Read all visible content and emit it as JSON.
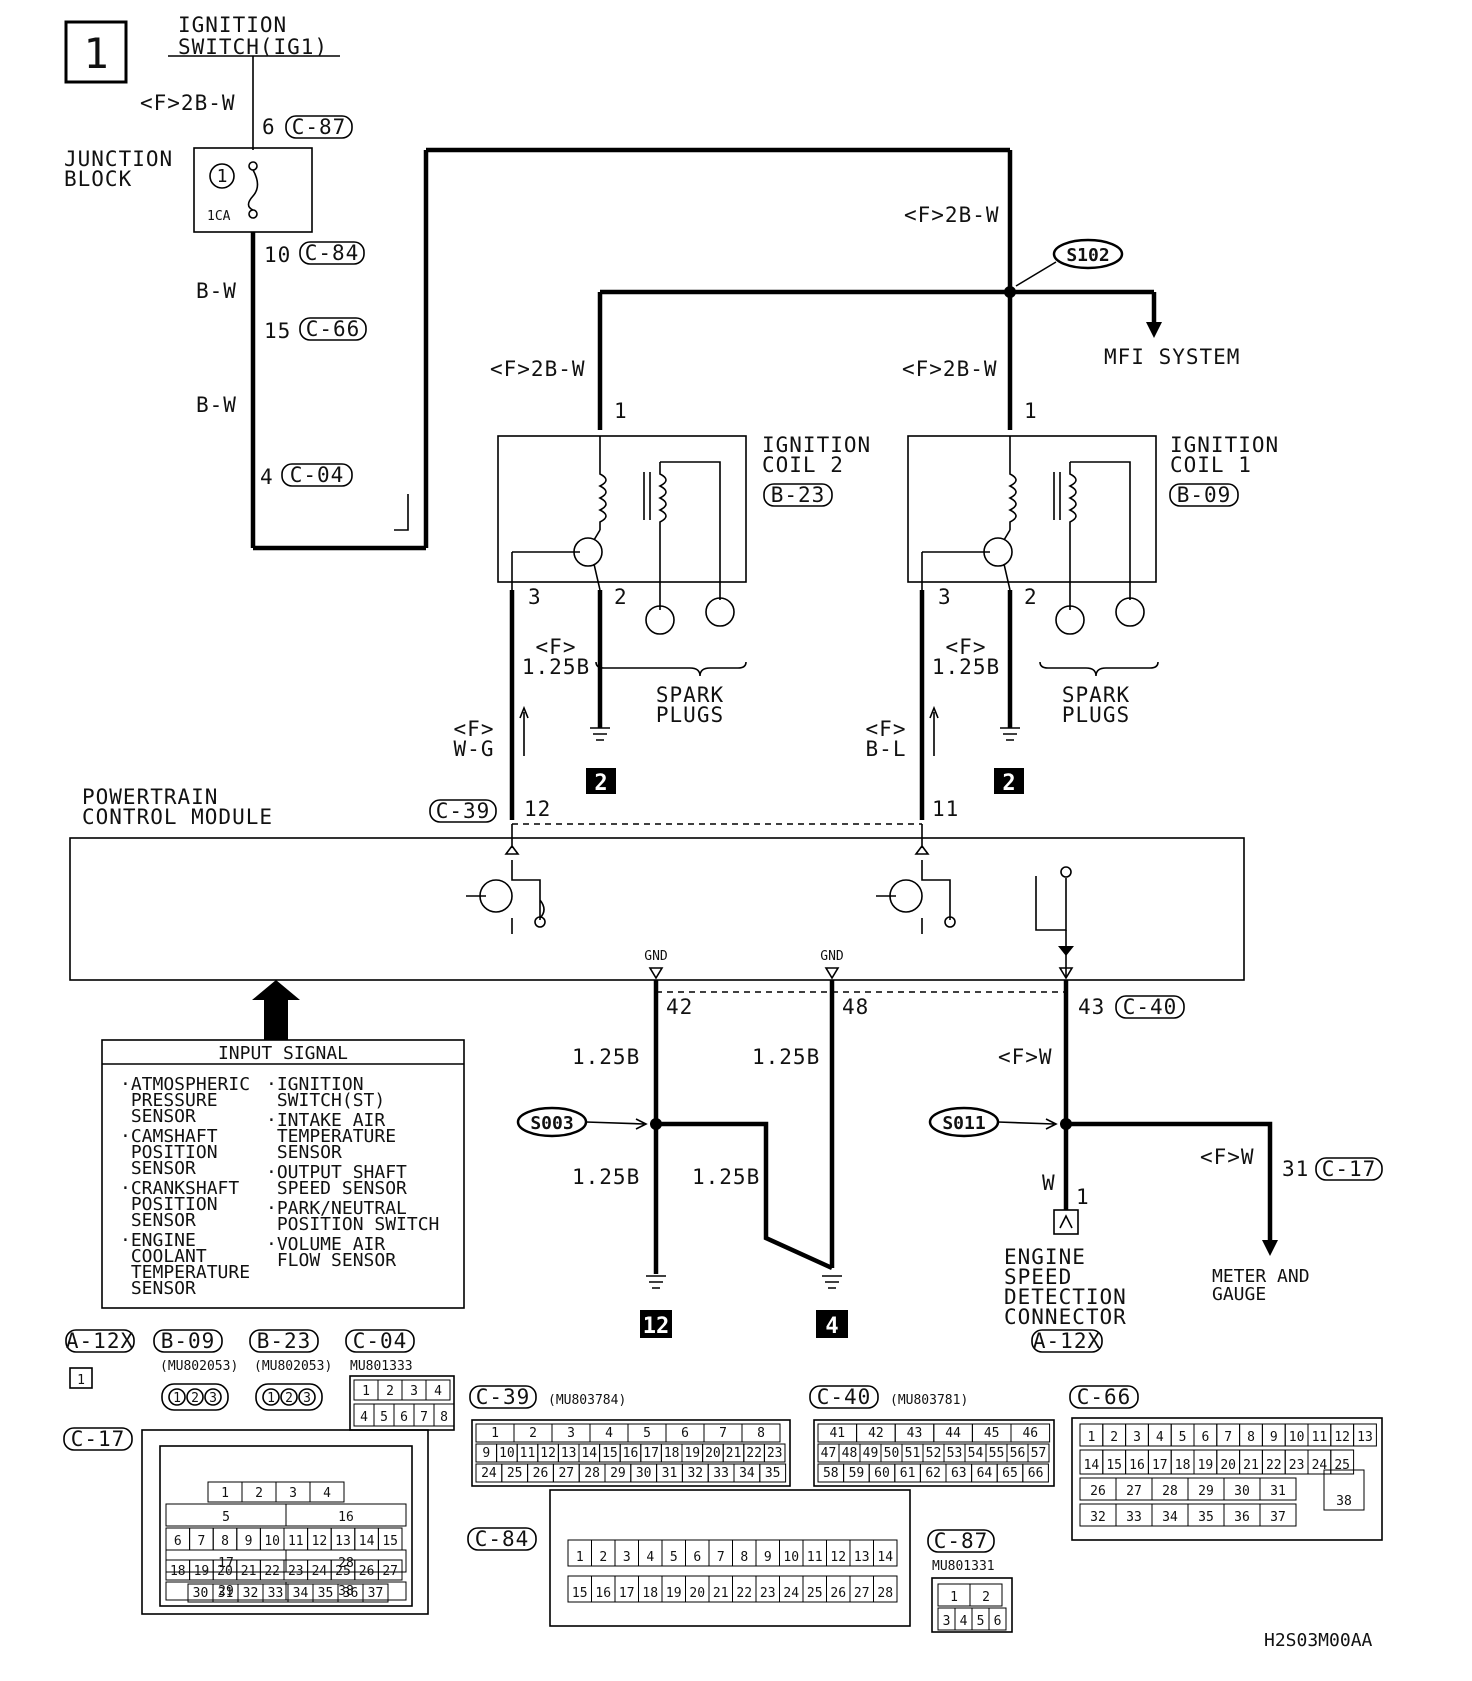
{
  "diagram": {
    "page_number": "1",
    "drawing_code": "H2S03M00AA",
    "components": {
      "ignition_switch": "IGNITION\nSWITCH(IG1)",
      "junction_block": "JUNCTION\nBLOCK",
      "fuse_number": "1",
      "fuse_rating": "1CA",
      "ignition_coil_2": "IGNITION\nCOIL 2",
      "ignition_coil_2_connector": "B-23",
      "ignition_coil_1": "IGNITION\nCOIL 1",
      "ignition_coil_1_connector": "B-09",
      "spark_plugs": "SPARK\nPLUGS",
      "pcm": "POWERTRAIN\nCONTROL MODULE",
      "mfi_system": "MFI SYSTEM",
      "engine_speed_connector": "ENGINE\nSPEED\nDETECTION\nCONNECTOR",
      "engine_speed_connector_id": "A-12X",
      "meter_and_gauge": "METER AND\nGAUGE",
      "gnd": "GND"
    },
    "splices": [
      "S102",
      "S003",
      "S011"
    ],
    "ground_points": [
      "2",
      "2",
      "12",
      "4"
    ],
    "wires": {
      "f_2bw": "<F>2B-W",
      "bw": "B-W",
      "f_125b": "<F>\n1.25B",
      "f_wg": "<F>\nW-G",
      "f_bl": "<F>\nB-L",
      "b125": "1.25B",
      "f_w": "<F>W",
      "w": "W"
    },
    "pins": {
      "c87": {
        "pin": "6",
        "conn": "C-87"
      },
      "c84": {
        "pin": "10",
        "conn": "C-84"
      },
      "c66": {
        "pin": "15",
        "conn": "C-66"
      },
      "c04": {
        "pin": "4",
        "conn": "C-04"
      },
      "c39": {
        "conn": "C-39",
        "pins": [
          "12",
          "11"
        ]
      },
      "c40": {
        "conn": "C-40",
        "pins": [
          "42",
          "48",
          "43"
        ]
      },
      "c17": {
        "pin": "31",
        "conn": "C-17"
      },
      "coil_pins": [
        "1",
        "3",
        "2"
      ],
      "a12x_pin": "1"
    },
    "input_signal": {
      "title": "INPUT SIGNAL",
      "left": [
        "·ATMOSPHERIC\n PRESSURE\n SENSOR",
        "·CAMSHAFT\n POSITION\n SENSOR",
        "·CRANKSHAFT\n POSITION\n SENSOR",
        "·ENGINE\n COOLANT\n TEMPERATURE\n SENSOR"
      ],
      "right": [
        "·IGNITION\n SWITCH(ST)",
        "·INTAKE AIR\n TEMPERATURE\n SENSOR",
        "·OUTPUT SHAFT\n SPEED SENSOR",
        "·PARK/NEUTRAL\n POSITION SWITCH",
        "·VOLUME AIR\n FLOW SENSOR"
      ]
    },
    "connectors": {
      "a12x": {
        "label": "A-12X",
        "pins": [
          "1"
        ]
      },
      "b09": {
        "label": "B-09",
        "part": "(MU802053)",
        "pins": [
          "1",
          "2",
          "3"
        ]
      },
      "b23": {
        "label": "B-23",
        "part": "(MU802053)",
        "pins": [
          "1",
          "2",
          "3"
        ]
      },
      "c04": {
        "label": "C-04",
        "part": "MU801333",
        "pins": [
          "1",
          "2",
          "3",
          "4",
          "5",
          "6",
          "7",
          "8"
        ]
      },
      "c17": {
        "label": "C-17",
        "rows": [
          [
            "1",
            "2",
            "3",
            "4"
          ],
          [
            "5",
            "16"
          ],
          [
            "6",
            "7",
            "8",
            "9",
            "10",
            "11",
            "12",
            "13",
            "14",
            "15"
          ],
          [
            "17",
            "28"
          ],
          [
            "18",
            "19",
            "20",
            "21",
            "22",
            "23",
            "24",
            "25",
            "26",
            "27"
          ],
          [
            "29",
            "38"
          ],
          [
            "30",
            "31",
            "32",
            "33",
            "34",
            "35",
            "36",
            "37"
          ]
        ]
      },
      "c39": {
        "label": "C-39",
        "part": "(MU803784)",
        "rows": [
          [
            "1",
            "2",
            "3",
            "4",
            "5",
            "6",
            "7",
            "8"
          ],
          [
            "9",
            "10",
            "11",
            "12",
            "13",
            "14",
            "15",
            "16",
            "17",
            "18",
            "19",
            "20",
            "21",
            "22",
            "23"
          ],
          [
            "24",
            "25",
            "26",
            "27",
            "28",
            "29",
            "30",
            "31",
            "32",
            "33",
            "34",
            "35"
          ]
        ]
      },
      "c40": {
        "label": "C-40",
        "part": "(MU803781)",
        "rows": [
          [
            "41",
            "42",
            "43",
            "44",
            "45",
            "46"
          ],
          [
            "47",
            "48",
            "49",
            "50",
            "51",
            "52",
            "53",
            "54",
            "55",
            "56",
            "57"
          ],
          [
            "58",
            "59",
            "60",
            "61",
            "62",
            "63",
            "64",
            "65",
            "66"
          ]
        ]
      },
      "c66": {
        "label": "C-66",
        "rows": [
          [
            "1",
            "2",
            "3",
            "4",
            "5",
            "6",
            "7",
            "8",
            "9",
            "10",
            "11",
            "12",
            "13"
          ],
          [
            "14",
            "15",
            "16",
            "17",
            "18",
            "19",
            "20",
            "21",
            "22",
            "23",
            "24",
            "25"
          ],
          [
            "26",
            "27",
            "28",
            "29",
            "30",
            "31"
          ],
          [
            "32",
            "33",
            "34",
            "35",
            "36",
            "37"
          ],
          [
            "38"
          ]
        ]
      },
      "c84": {
        "label": "C-84",
        "rows": [
          [
            "1",
            "2",
            "3",
            "4",
            "5",
            "6",
            "7",
            "8",
            "9",
            "10",
            "11",
            "12",
            "13",
            "14"
          ],
          [
            "15",
            "16",
            "17",
            "18",
            "19",
            "20",
            "21",
            "22",
            "23",
            "24",
            "25",
            "26",
            "27",
            "28"
          ]
        ]
      },
      "c87": {
        "label": "C-87",
        "part": "MU801331",
        "pins": [
          "1",
          "2",
          "3",
          "4",
          "5",
          "6"
        ]
      }
    }
  }
}
